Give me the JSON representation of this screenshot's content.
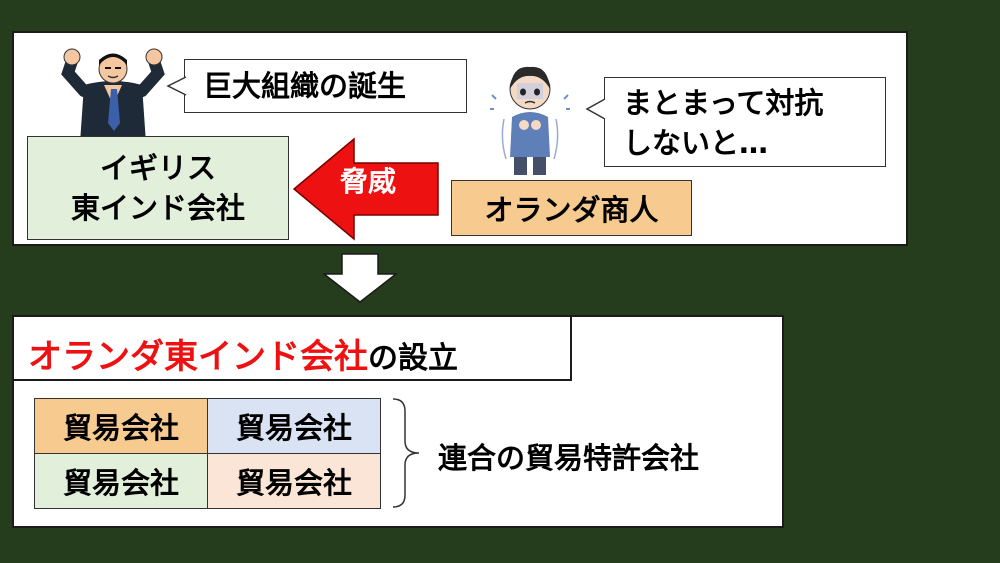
{
  "colors": {
    "background": "#253d1d",
    "panel": "#ffffff",
    "eic_box": "#e2efda",
    "dutch_box": "#f7ca8f",
    "threat_arrow": "#ee1111",
    "title_red": "#ee1111",
    "cell_orange": "#f7ca8f",
    "cell_blue": "#dae3f3",
    "cell_green": "#e2efda",
    "cell_pink": "#fbe5d6"
  },
  "top": {
    "bubble_left": "巨大組織の誕生",
    "bubble_right_line1": "まとまって対抗",
    "bubble_right_line2": "しないと…",
    "eic_line1": "イギリス",
    "eic_line2": "東インド会社",
    "threat": "脅威",
    "dutch_merchants": "オランダ商人",
    "icons": [
      "strong-businessman-icon",
      "worried-man-icon"
    ]
  },
  "bottom": {
    "title_red": "オランダ東インド会社",
    "title_rest": "の設立",
    "companies": [
      "貿易会社",
      "貿易会社",
      "貿易会社",
      "貿易会社"
    ],
    "alliance": "連合の貿易特許会社"
  }
}
